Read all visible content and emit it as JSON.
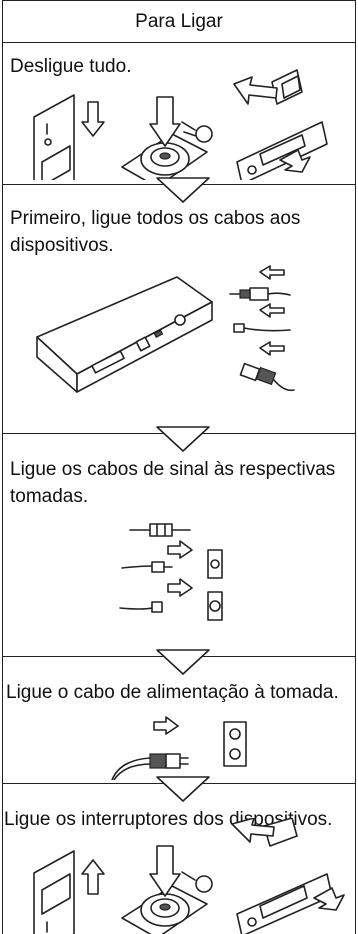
{
  "title": "Para Ligar",
  "steps": [
    {
      "text": "Desligue tudo."
    },
    {
      "text": "Primeiro, ligue todos os cabos aos dispositivos."
    },
    {
      "text": "Ligue os cabos de sinal às respectivas tomadas."
    },
    {
      "text": "Ligue o cabo de alimentação à tomada."
    },
    {
      "text": "Ligue os interruptores dos dispositivos."
    }
  ]
}
